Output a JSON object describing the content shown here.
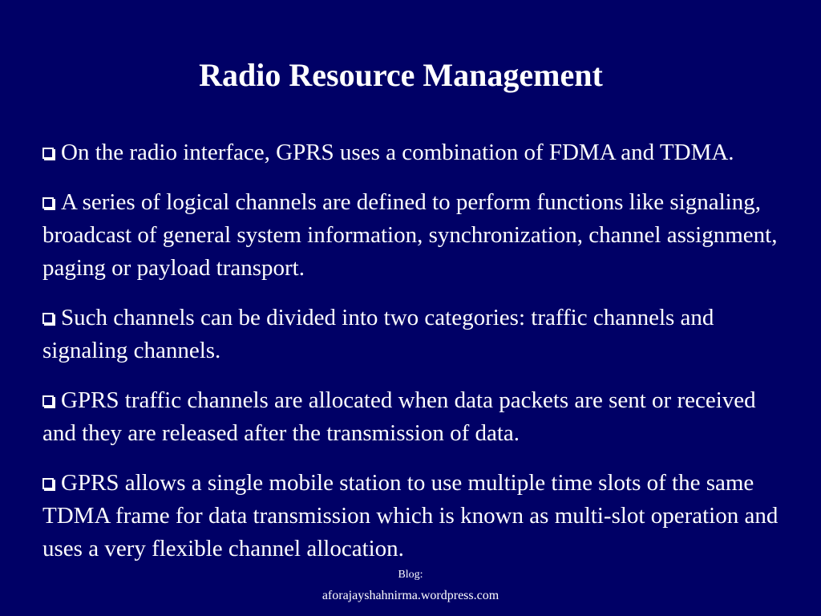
{
  "slide": {
    "title": "Radio Resource Management",
    "bullets": [
      "On the radio interface, GPRS uses a combination of FDMA and TDMA.",
      "A series of logical channels are defined to perform functions like signaling, broadcast of general system information, synchronization, channel assignment, paging or payload transport.",
      "Such channels can be divided into two categories: traffic channels and signaling channels.",
      "GPRS traffic channels are allocated when data packets are sent or received and they are released after the transmission of data.",
      "GPRS allows a single mobile station to use multiple time slots of the same TDMA frame for data transmission which is known as multi-slot operation and uses a very flexible channel allocation."
    ],
    "bullet_icon": "checkbox-bullet-icon"
  },
  "footer": {
    "label": "Blog:",
    "url": "aforajayshahnirma.wordpress.com"
  },
  "colors": {
    "background": "#000066",
    "text": "#ffffff"
  }
}
